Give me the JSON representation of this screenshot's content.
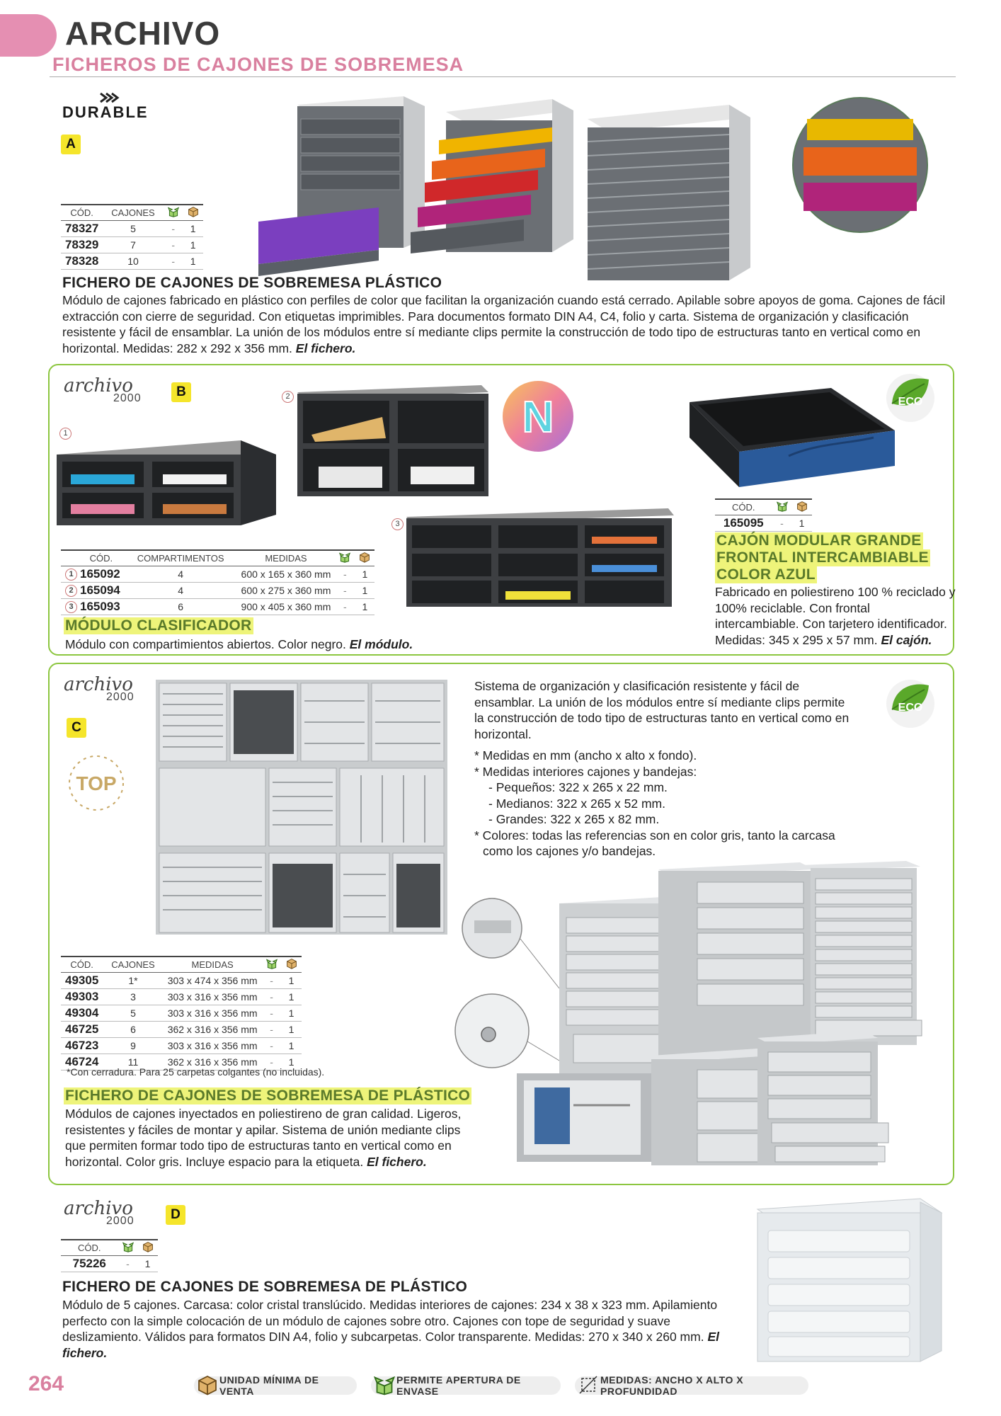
{
  "header": {
    "title": "ARCHIVO",
    "subtitle": "FICHEROS DE CAJONES DE SOBREMESA"
  },
  "icons": {
    "box_icon": "box-icon",
    "open_box_icon": "open-box-icon",
    "dimensions_icon": "dimensions-icon"
  },
  "colors": {
    "pink": "#e58fb2",
    "green_border": "#8cc63f",
    "letter_badge": "#f5e52b"
  },
  "section_a": {
    "brand": "DURABLE",
    "letter": "A",
    "table": {
      "headers": [
        "CÓD.",
        "CAJONES"
      ],
      "rows": [
        {
          "code": "78327",
          "cajones": "5",
          "dash": "-",
          "qty": "1"
        },
        {
          "code": "78329",
          "cajones": "7",
          "dash": "-",
          "qty": "1"
        },
        {
          "code": "78328",
          "cajones": "10",
          "dash": "-",
          "qty": "1"
        }
      ]
    },
    "title": "FICHERO DE CAJONES DE SOBREMESA PLÁSTICO",
    "description": "Módulo de cajones fabricado en plástico con perfiles de color que facilitan la organización cuando está cerrado. Apilable sobre apoyos de goma. Cajones de fácil extracción con cierre de seguridad. Con etiquetas imprimibles. Para documentos formato DIN A4, C4, folio y carta. Sistema de organización y clasificación resistente y fácil de ensamblar. La unión de los módulos entre sí mediante clips permite la construcción de todo tipo de estructuras tanto en vertical como en horizontal. Medidas: 282 x 292 x 356 mm.",
    "unit": "El fichero."
  },
  "section_b": {
    "brand": "archivo",
    "brand_sub": "2000",
    "letter": "B",
    "new_badge": "N",
    "eco_label": "ECO",
    "image_numbers": [
      "1",
      "2",
      "3"
    ],
    "table": {
      "headers": [
        "CÓD.",
        "COMPARTIMENTOS",
        "MEDIDAS"
      ],
      "rows": [
        {
          "n": "1",
          "code": "165092",
          "comp": "4",
          "medidas": "600 x 165 x 360 mm",
          "dash": "-",
          "qty": "1"
        },
        {
          "n": "2",
          "code": "165094",
          "comp": "4",
          "medidas": "600 x 275 x 360 mm",
          "dash": "-",
          "qty": "1"
        },
        {
          "n": "3",
          "code": "165093",
          "comp": "6",
          "medidas": "900 x 405 x 360 mm",
          "dash": "-",
          "qty": "1"
        }
      ]
    },
    "title": "MÓDULO CLASIFICADOR",
    "description": "Módulo con compartimientos abiertos. Color negro.",
    "unit": "El módulo.",
    "drawer": {
      "table": {
        "headers": [
          "CÓD."
        ],
        "rows": [
          {
            "code": "165095",
            "dash": "-",
            "qty": "1"
          }
        ]
      },
      "title_lines": [
        "CAJÓN MODULAR GRANDE",
        "FRONTAL INTERCAMBIABLE",
        "COLOR AZUL"
      ],
      "description": "Fabricado en poliestireno 100 % reciclado y 100% reciclable. Con frontal intercambiable. Con tarjetero identificador. Medidas: 345 x 295 x 57 mm.",
      "unit": "El cajón."
    }
  },
  "section_c": {
    "brand": "archivo",
    "brand_sub": "2000",
    "letter": "C",
    "top_badge": "TOP",
    "eco_label": "ECO",
    "intro": "Sistema de organización y clasificación resistente y fácil de ensamblar. La unión de los módulos entre sí mediante clips permite la construcción de todo tipo de estructuras tanto en vertical como en horizontal.",
    "notes": [
      "* Medidas en mm (ancho x alto x fondo).",
      "* Medidas interiores cajones y bandejas:",
      "- Pequeños: 322 x 265 x 22 mm.",
      "- Medianos: 322 x 265 x 52 mm.",
      "- Grandes: 322 x 265 x 82 mm.",
      "* Colores: todas las referencias son en color gris, tanto la carcasa",
      "como los cajones y/o bandejas."
    ],
    "table": {
      "headers": [
        "CÓD.",
        "CAJONES",
        "MEDIDAS"
      ],
      "rows": [
        {
          "code": "49305",
          "cajones": "1*",
          "medidas": "303 x 474 x 356 mm",
          "dash": "-",
          "qty": "1"
        },
        {
          "code": "49303",
          "cajones": "3",
          "medidas": "303 x 316 x 356 mm",
          "dash": "-",
          "qty": "1"
        },
        {
          "code": "49304",
          "cajones": "5",
          "medidas": "303 x 316 x 356 mm",
          "dash": "-",
          "qty": "1"
        },
        {
          "code": "46725",
          "cajones": "6",
          "medidas": "362 x 316 x 356 mm",
          "dash": "-",
          "qty": "1"
        },
        {
          "code": "46723",
          "cajones": "9",
          "medidas": "303 x 316 x 356 mm",
          "dash": "-",
          "qty": "1"
        },
        {
          "code": "46724",
          "cajones": "11",
          "medidas": "362 x 316 x 356 mm",
          "dash": "-",
          "qty": "1"
        }
      ]
    },
    "footnote": "*Con cerradura. Para 25 carpetas colgantes (no incluidas).",
    "title": "FICHERO DE CAJONES DE SOBREMESA DE PLÁSTICO",
    "description": "Módulos de cajones inyectados en poliestireno de gran calidad. Ligeros, resistentes y fáciles de montar y apilar. Sistema de unión mediante clips que permiten formar todo tipo de estructuras tanto en vertical como en horizontal. Color gris. Incluye espacio para la etiqueta.",
    "unit": "El fichero."
  },
  "section_d": {
    "brand": "archivo",
    "brand_sub": "2000",
    "letter": "D",
    "table": {
      "headers": [
        "CÓD."
      ],
      "rows": [
        {
          "code": "75226",
          "dash": "-",
          "qty": "1"
        }
      ]
    },
    "title": "FICHERO DE CAJONES DE SOBREMESA DE PLÁSTICO",
    "description": "Módulo de 5 cajones. Carcasa: color cristal translúcido. Medidas interiores de cajones: 234 x 38 x 323 mm. Apilamiento perfecto con la simple colocación de un módulo de cajones sobre otro. Cajones con tope de seguridad y suave deslizamiento. Válidos para formatos DIN A4, folio y subcarpetas. Color transparente. Medidas: 270 x 340 x 260 mm.",
    "unit": "El fichero."
  },
  "footer": {
    "page_number": "264",
    "legend": [
      {
        "icon": "box-icon",
        "label": "UNIDAD MÍNIMA DE VENTA"
      },
      {
        "icon": "open-box-icon",
        "label": "PERMITE APERTURA DE ENVASE"
      },
      {
        "icon": "dimensions-icon",
        "label": "MEDIDAS: ANCHO X ALTO X PROFUNDIDAD"
      }
    ]
  }
}
